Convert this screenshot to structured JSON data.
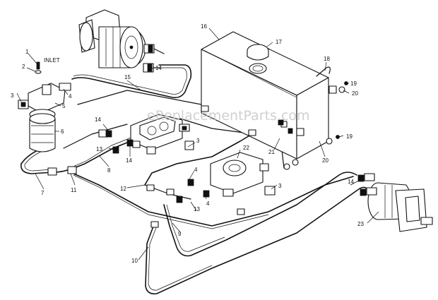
{
  "watermark": "eReplacementParts.com",
  "labels": {
    "inlet": "INLET",
    "p1": "1",
    "p2": "2",
    "p3a": "3",
    "p3b": "3",
    "p3c": "3",
    "p4a": "4",
    "p4b": "4",
    "p4c": "4",
    "p5": "5",
    "p6": "6",
    "p7": "7",
    "p8": "8",
    "p9": "9",
    "p10": "10",
    "p11": "11",
    "p12": "12",
    "p13a": "13",
    "p13b": "13",
    "p14a": "14",
    "p14b": "14",
    "p14c": "14",
    "p14d": "14",
    "p15": "15",
    "p16": "16",
    "p17": "17",
    "p18": "18",
    "p19a": "19",
    "p19b": "19",
    "p20a": "20",
    "p20b": "20",
    "p21": "21",
    "p22": "22",
    "p23": "23"
  }
}
